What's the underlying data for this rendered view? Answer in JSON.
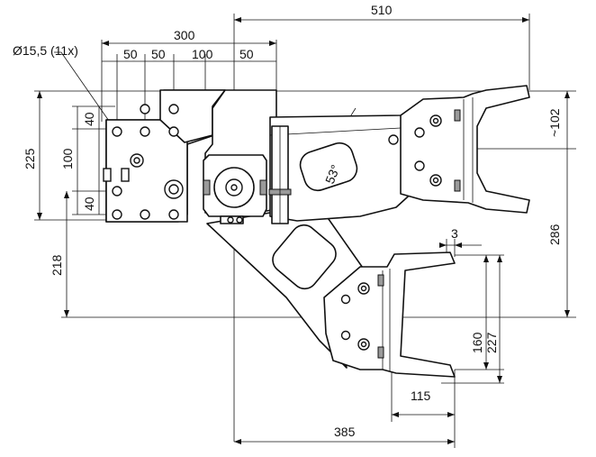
{
  "dimensions": {
    "overall_width": "510",
    "top_width": "300",
    "hole_spec": "Ø15,5 (11x)",
    "spacing_50_a": "50",
    "spacing_50_b": "50",
    "spacing_100": "100",
    "spacing_50_c": "50",
    "height_225": "225",
    "height_40_top": "40",
    "height_100": "100",
    "height_40_bottom": "40",
    "height_218": "218",
    "offset_102": "~102",
    "height_286": "286",
    "angle": "53°",
    "gap_3": "3",
    "height_160": "160",
    "height_227": "227",
    "width_115": "115",
    "width_385": "385"
  }
}
